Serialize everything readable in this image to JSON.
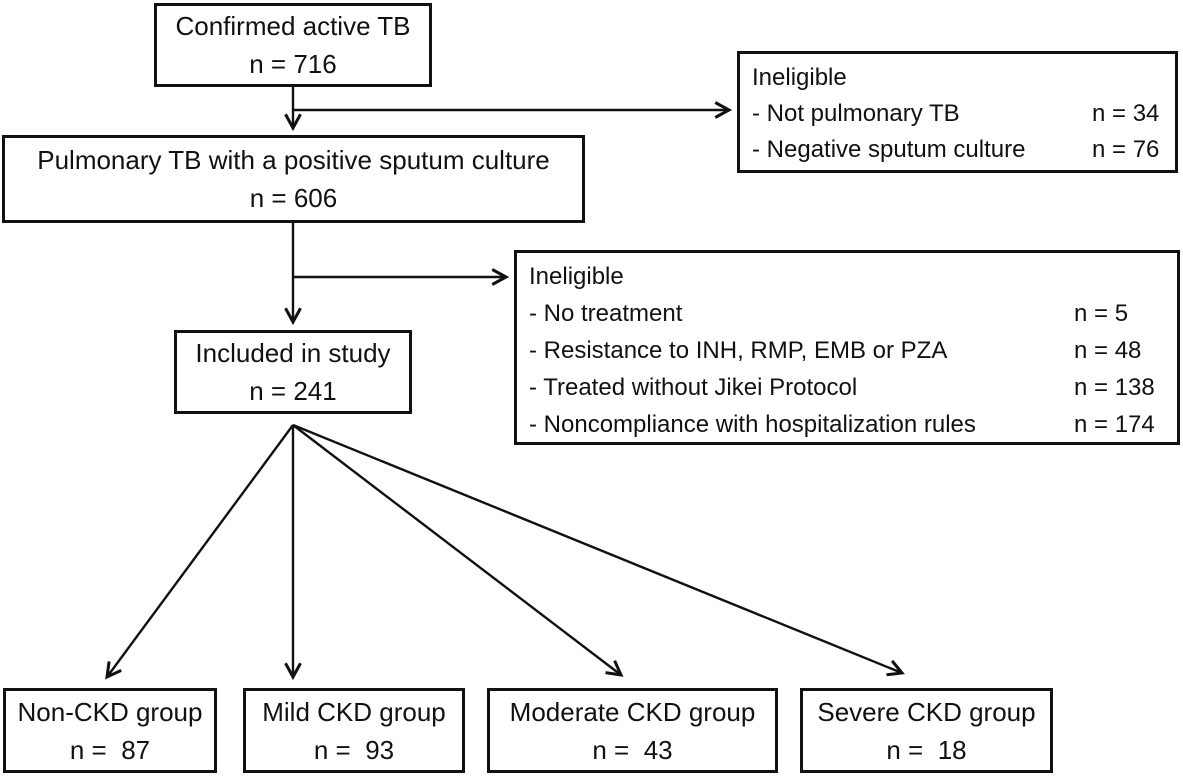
{
  "figure": {
    "background": "#ffffff",
    "ink": "#111111"
  },
  "nodes": {
    "confirmed": {
      "label": "Confirmed active TB",
      "count": "n = 716"
    },
    "ineligible_top": {
      "title": "Ineligible",
      "items": [
        {
          "label": "- Not pulmonary TB",
          "count": "n = 34"
        },
        {
          "label": "- Negative sputum culture",
          "count": "n = 76"
        }
      ]
    },
    "pulmonary": {
      "label": "Pulmonary TB with a positive sputum culture",
      "count": "n = 606"
    },
    "ineligible_mid": {
      "title": "Ineligible",
      "items": [
        {
          "label": "- No treatment",
          "count": "n = 5"
        },
        {
          "label": "- Resistance to INH, RMP, EMB or PZA",
          "count": "n = 48"
        },
        {
          "label": "- Treated without Jikei Protocol",
          "count": "n = 138"
        },
        {
          "label": "- Noncompliance with hospitalization rules",
          "count": "n = 174"
        }
      ]
    },
    "included": {
      "label": "Included in study",
      "count": "n = 241"
    },
    "groups": [
      {
        "label": "Non-CKD group",
        "count": "n =  87"
      },
      {
        "label": "Mild CKD group",
        "count": "n =  93"
      },
      {
        "label": "Moderate CKD group",
        "count": "n =  43"
      },
      {
        "label": "Severe CKD group",
        "count": "n =  18"
      }
    ]
  }
}
